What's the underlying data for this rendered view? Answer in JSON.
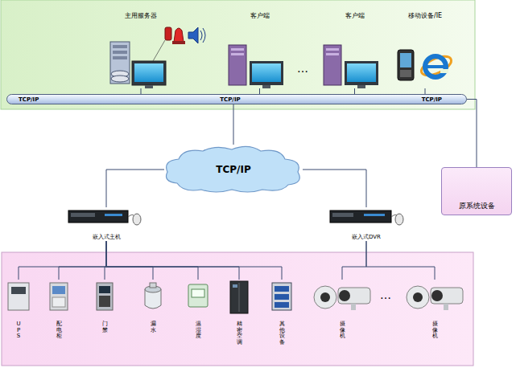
{
  "diagram": {
    "nodes": [
      {
        "text": [
          "主用服务器"
        ]
      },
      {
        "text": [
          "客户端"
        ]
      },
      {
        "text": [
          "客户端"
        ]
      },
      {
        "text": [
          "移动设备/IE"
        ]
      },
      {
        "text": [
          "TCP/IP",
          "TCP/IP",
          "TCP/IP"
        ]
      },
      {
        "text": [
          "原系统设备"
        ]
      },
      {
        "text": [
          "TCP/IP"
        ]
      },
      {
        "text": [
          "嵌入式主机"
        ]
      },
      {
        "text": [
          "嵌入式DVR"
        ]
      },
      {
        "text": [
          "UPS"
        ]
      },
      {
        "text": [
          "配电柜"
        ]
      },
      {
        "text": [
          "门禁"
        ]
      },
      {
        "text": [
          "漏水"
        ]
      },
      {
        "text": [
          "温湿度"
        ]
      },
      {
        "text": [
          "精密空调"
        ]
      },
      {
        "text": [
          "其他设备"
        ]
      },
      {
        "text": [
          "摄像机"
        ]
      },
      {
        "text": [
          "摄像机"
        ]
      }
    ],
    "edges": [
      {
        "from": 0,
        "to": 4,
        "arrow": "none"
      },
      {
        "from": 1,
        "to": 4,
        "arrow": "none"
      },
      {
        "from": 2,
        "to": 4,
        "arrow": "none"
      },
      {
        "from": 3,
        "to": 4,
        "arrow": "none"
      },
      {
        "from": 4,
        "to": 5,
        "arrow": "none"
      },
      {
        "from": 4,
        "to": 6,
        "arrow": "none"
      },
      {
        "from": 6,
        "to": 7,
        "arrow": "none"
      },
      {
        "from": 6,
        "to": 8,
        "arrow": "none"
      },
      {
        "from": 7,
        "to": 9,
        "arrow": "none"
      },
      {
        "from": 7,
        "to": 10,
        "arrow": "none"
      },
      {
        "from": 7,
        "to": 11,
        "arrow": "none"
      },
      {
        "from": 7,
        "to": 12,
        "arrow": "none"
      },
      {
        "from": 7,
        "to": 13,
        "arrow": "none"
      },
      {
        "from": 7,
        "to": 14,
        "arrow": "none"
      },
      {
        "from": 7,
        "to": 15,
        "arrow": "none"
      },
      {
        "from": 8,
        "to": 16,
        "arrow": "none"
      },
      {
        "from": 8,
        "to": 17,
        "arrow": "none"
      }
    ],
    "labels": [
      "…",
      "…"
    ]
  }
}
